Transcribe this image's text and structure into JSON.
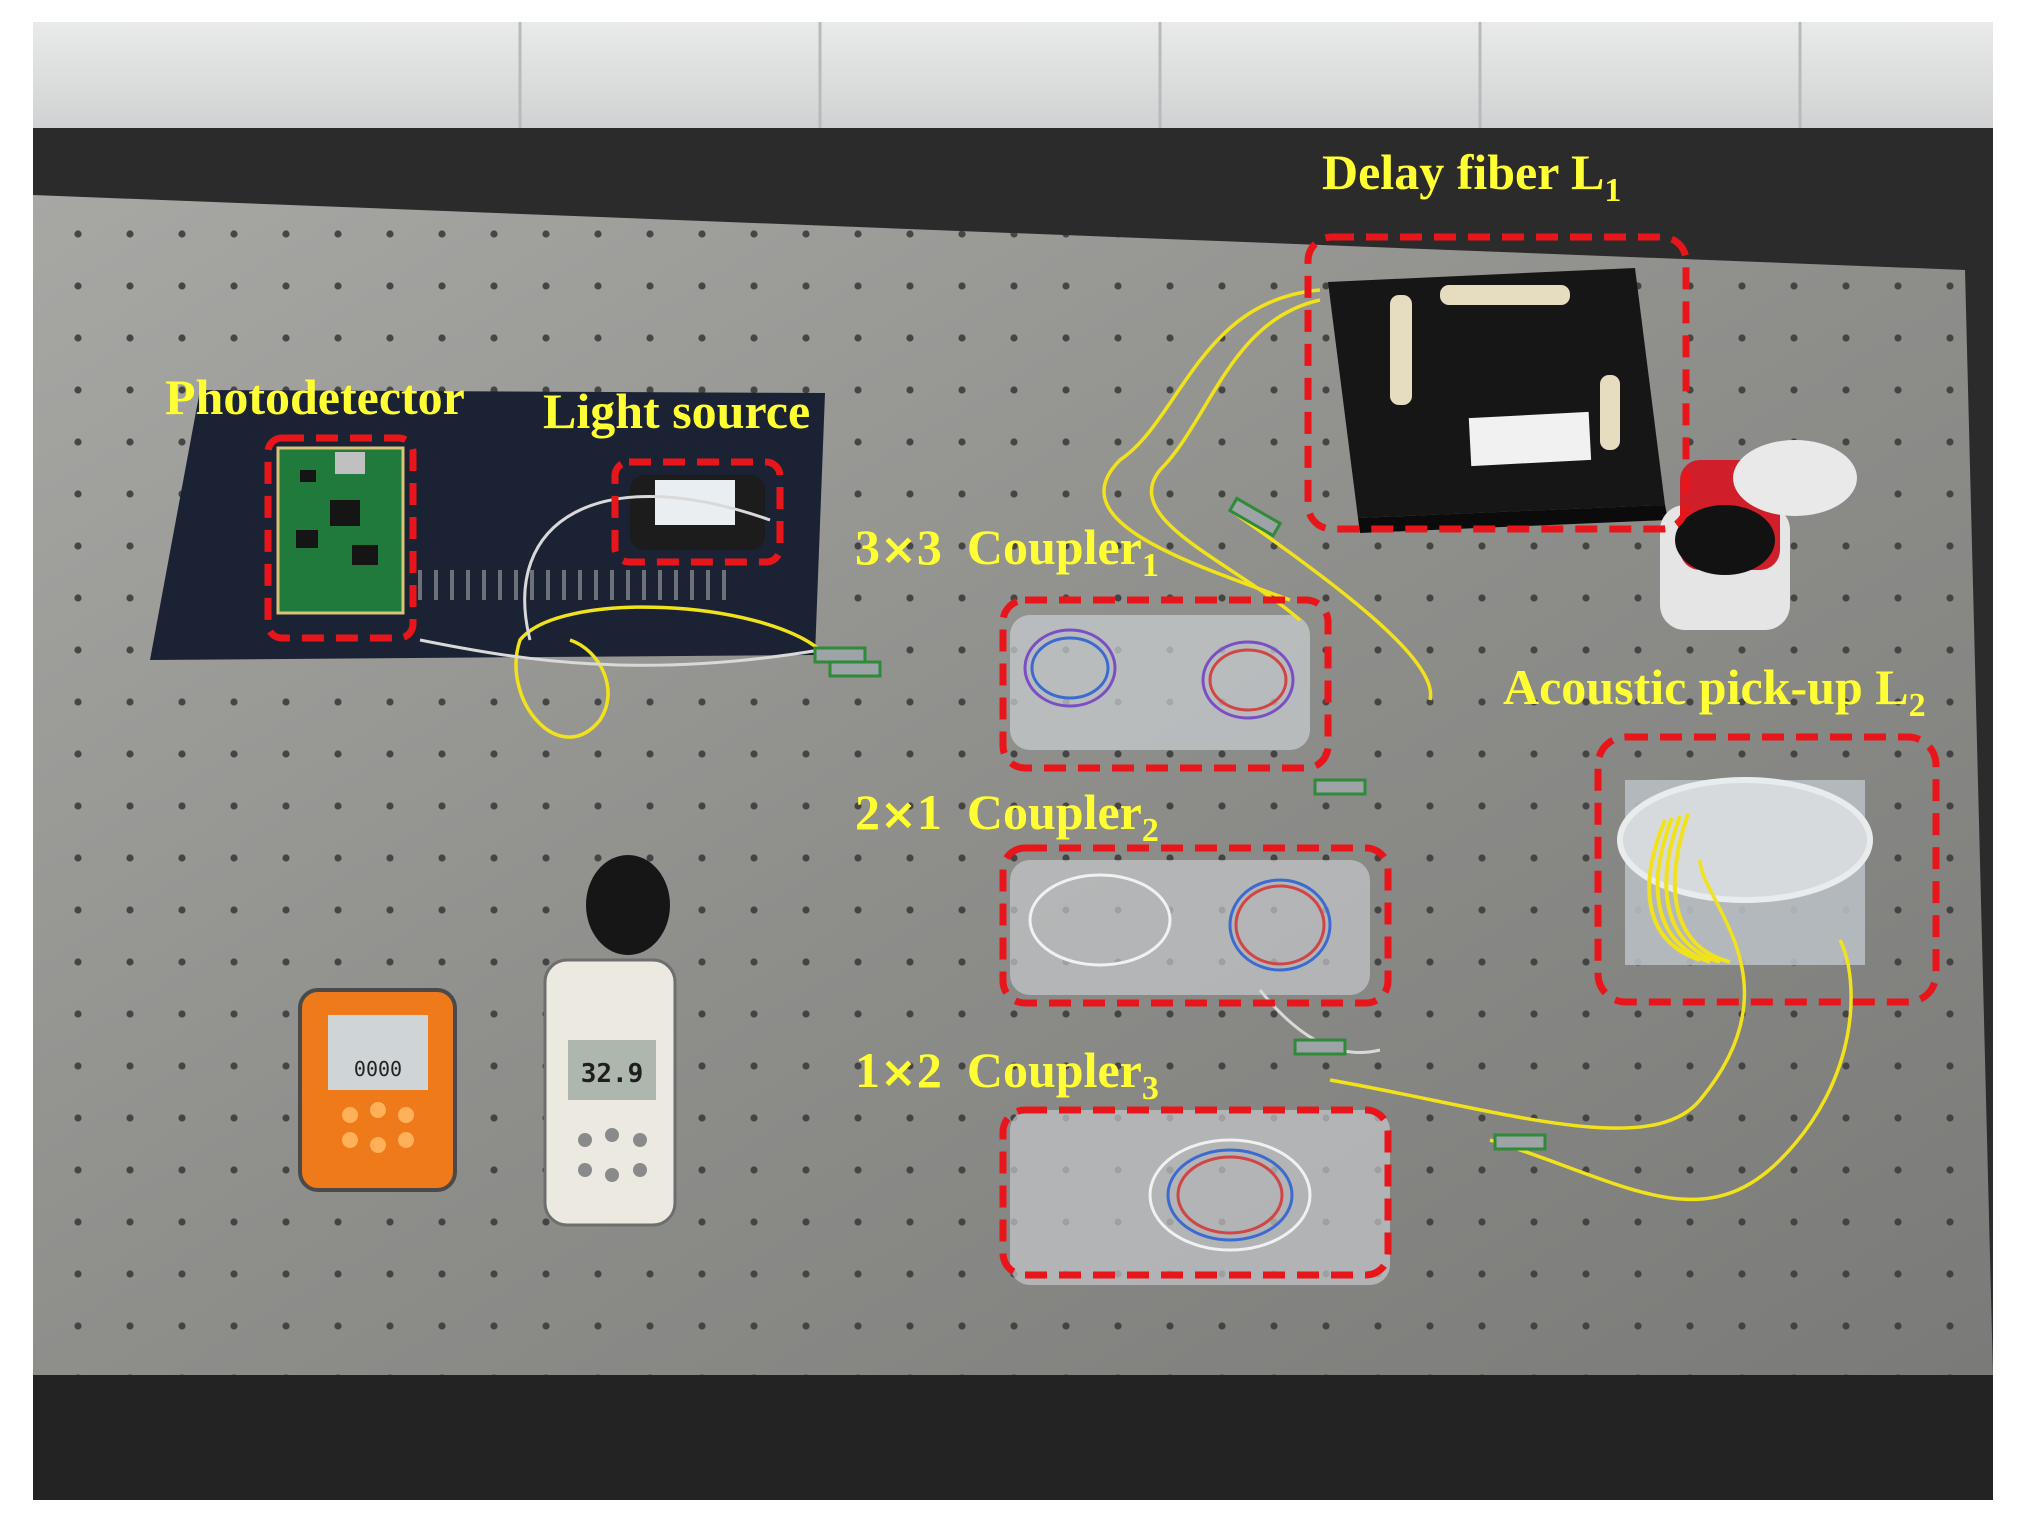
{
  "labels": {
    "photodetector": "Photodetector",
    "light_source": "Light source",
    "delay_fiber": {
      "text": "Delay fiber L",
      "sub": "1"
    },
    "coupler1": {
      "left": "3",
      "cross": "×",
      "right": "3",
      "name": "Coupler",
      "sub": "1"
    },
    "coupler2": {
      "left": "2",
      "cross": "×",
      "right": "1",
      "name": "Coupler",
      "sub": "2"
    },
    "coupler3": {
      "left": "1",
      "cross": "×",
      "right": "2",
      "name": "Coupler",
      "sub": "3"
    },
    "acoustic": {
      "text": "Acoustic pick-up L",
      "sub": "2"
    }
  },
  "colors": {
    "label_text": "#ffff33",
    "box_outline": "#e8161b",
    "table_surface": "#8c8c8a",
    "fiber_yellow": "#f2e21c"
  },
  "device_text": {
    "power_meter_reading": "0000",
    "sound_meter_reading": "32.9"
  }
}
